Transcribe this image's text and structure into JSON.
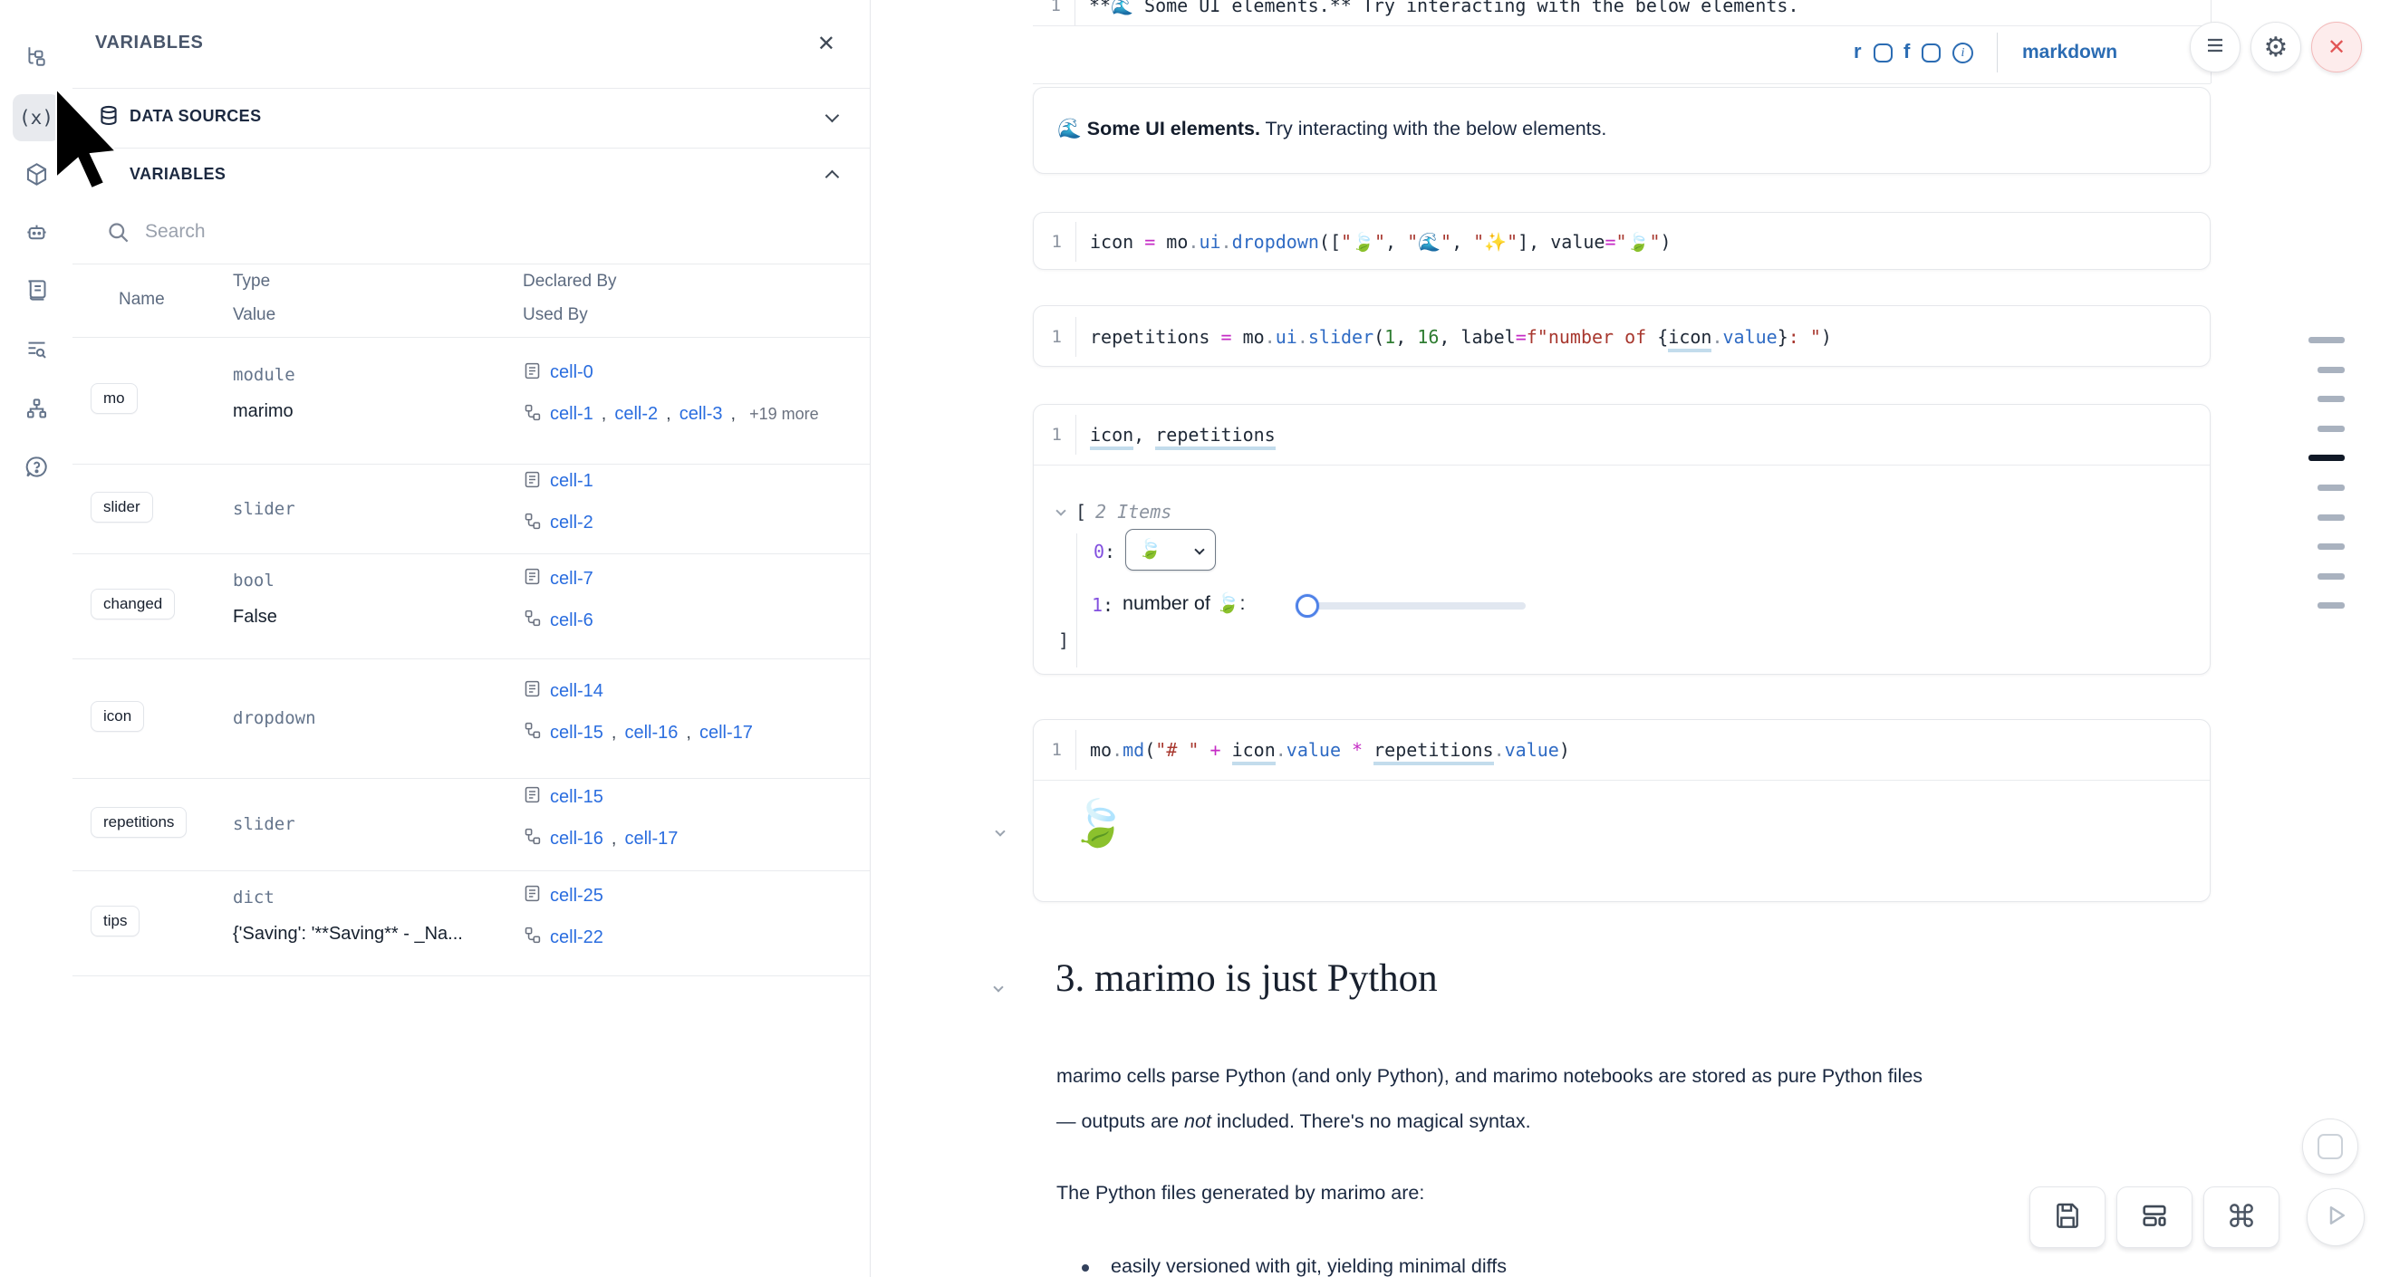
{
  "activity_bar": {
    "items": [
      {
        "name": "file-explorer-icon"
      },
      {
        "name": "variables-icon",
        "glyph": "(x)",
        "active": true
      },
      {
        "name": "packages-icon"
      },
      {
        "name": "ai-assistant-icon"
      },
      {
        "name": "logs-icon"
      },
      {
        "name": "outline-search-icon"
      },
      {
        "name": "dependencies-icon"
      },
      {
        "name": "help-icon"
      }
    ]
  },
  "panel": {
    "title": "VARIABLES",
    "close_glyph": "✕",
    "sections": [
      {
        "label": "DATA SOURCES",
        "icon": "database-icon",
        "state": "collapsed"
      },
      {
        "label": "VARIABLES",
        "icon": "variables-icon",
        "state": "expanded"
      }
    ],
    "search_placeholder": "Search",
    "table": {
      "header": {
        "name": "Name",
        "type": "Type",
        "value": "Value",
        "declared": "Declared By",
        "used": "Used By"
      },
      "rows": [
        {
          "name": "mo",
          "type": "module",
          "value": "marimo",
          "declared": [
            "cell-0"
          ],
          "used": [
            "cell-1",
            "cell-2",
            "cell-3"
          ],
          "used_suffix": "+19 more"
        },
        {
          "name": "slider",
          "type": "slider",
          "value": "",
          "declared": [
            "cell-1"
          ],
          "used": [
            "cell-2"
          ],
          "used_suffix": ""
        },
        {
          "name": "changed",
          "type": "bool",
          "value": "False",
          "declared": [
            "cell-7"
          ],
          "used": [
            "cell-6"
          ],
          "used_suffix": ""
        },
        {
          "name": "icon",
          "type": "dropdown",
          "value": "",
          "declared": [
            "cell-14"
          ],
          "used": [
            "cell-15",
            "cell-16",
            "cell-17"
          ],
          "used_suffix": ""
        },
        {
          "name": "repetitions",
          "type": "slider",
          "value": "",
          "declared": [
            "cell-15"
          ],
          "used": [
            "cell-16",
            "cell-17"
          ],
          "used_suffix": ""
        },
        {
          "name": "tips",
          "type": "dict",
          "value": "{'Saving': '**Saving** - _Na...",
          "declared": [
            "cell-25"
          ],
          "used": [
            "cell-22"
          ],
          "used_suffix": ""
        }
      ]
    }
  },
  "notebook": {
    "clipped_line": {
      "num": "1",
      "text": "**🌊 Some UI elements.** Try interacting with the below elements."
    },
    "toolbar": {
      "r_label": "r",
      "f_label": "f",
      "info_glyph": "i",
      "language": "markdown"
    },
    "md_output": {
      "emoji": "🌊",
      "bold": "Some UI elements.",
      "rest": " Try interacting with the below elements."
    },
    "cells": [
      {
        "num": "1",
        "tokens": [
          [
            "p",
            "icon"
          ],
          [
            "op",
            " = "
          ],
          [
            "p",
            "mo"
          ],
          [
            "dot",
            "."
          ],
          [
            "fn",
            "ui"
          ],
          [
            "dot",
            "."
          ],
          [
            "fn",
            "dropdown"
          ],
          [
            "p",
            "(["
          ],
          [
            "str",
            "\"🍃\""
          ],
          [
            "p",
            ", "
          ],
          [
            "str",
            "\"🌊\""
          ],
          [
            "p",
            ", "
          ],
          [
            "str",
            "\"✨\""
          ],
          [
            "p",
            "], "
          ],
          [
            "p",
            "value"
          ],
          [
            "op",
            "="
          ],
          [
            "str",
            "\"🍃\""
          ],
          [
            "p",
            ")"
          ]
        ]
      },
      {
        "num": "1",
        "tokens": [
          [
            "p",
            "repetitions"
          ],
          [
            "op",
            " = "
          ],
          [
            "p",
            "mo"
          ],
          [
            "dot",
            "."
          ],
          [
            "fn",
            "ui"
          ],
          [
            "dot",
            "."
          ],
          [
            "fn",
            "slider"
          ],
          [
            "p",
            "("
          ],
          [
            "num",
            "1"
          ],
          [
            "p",
            ", "
          ],
          [
            "num",
            "16"
          ],
          [
            "p",
            ", "
          ],
          [
            "p",
            "label"
          ],
          [
            "op",
            "="
          ],
          [
            "fstr",
            "f"
          ],
          [
            "str",
            "\"number of "
          ],
          [
            "p",
            "{"
          ],
          [
            "und",
            "icon"
          ],
          [
            "dot",
            "."
          ],
          [
            "fn",
            "value"
          ],
          [
            "p",
            "}"
          ],
          [
            "str",
            ": \""
          ],
          [
            "p",
            ")"
          ]
        ]
      },
      {
        "num": "1",
        "tokens": [
          [
            "und",
            "icon"
          ],
          [
            "p",
            ", "
          ],
          [
            "und",
            "repetitions"
          ]
        ]
      },
      {
        "num": "1",
        "tokens": [
          [
            "p",
            "mo"
          ],
          [
            "dot",
            "."
          ],
          [
            "fn",
            "md"
          ],
          [
            "p",
            "("
          ],
          [
            "str",
            "\"# \""
          ],
          [
            "op",
            " + "
          ],
          [
            "und",
            "icon"
          ],
          [
            "dot",
            "."
          ],
          [
            "fn",
            "value"
          ],
          [
            "op",
            " * "
          ],
          [
            "und",
            "repetitions"
          ],
          [
            "dot",
            "."
          ],
          [
            "fn",
            "value"
          ],
          [
            "p",
            ")"
          ]
        ]
      }
    ],
    "tree_output": {
      "open_bracket": "[",
      "items_label": "2 Items",
      "idx0": "0",
      "idx1": "1",
      "colon": ":",
      "select_value": "🍃",
      "slider_label": "number of 🍃: ",
      "close_bracket": "]"
    },
    "big_output": "🍃",
    "section": {
      "heading": "3. marimo is just Python",
      "para1_line1": "marimo cells parse Python (and only Python), and marimo notebooks are stored as pure Python files",
      "para1_line2_pre": "— outputs are ",
      "para1_line2_italic": "not",
      "para1_line2_post": " included. There's no magical syntax.",
      "para2": "The Python files generated by marimo are:",
      "bullet1": "easily versioned with git, yielding minimal diffs"
    }
  },
  "controls": {
    "menu_button": "menu-icon",
    "settings_glyph": "⚙",
    "close_glyph": "✕",
    "command_glyph": "⌘",
    "minimap_dashes": [
      {
        "long": true,
        "dark": false
      },
      {
        "long": false,
        "dark": false
      },
      {
        "long": false,
        "dark": false
      },
      {
        "long": false,
        "dark": false
      },
      {
        "long": true,
        "dark": true
      },
      {
        "long": false,
        "dark": false
      },
      {
        "long": false,
        "dark": false
      },
      {
        "long": false,
        "dark": false
      },
      {
        "long": false,
        "dark": false
      },
      {
        "long": false,
        "dark": false
      }
    ]
  },
  "colors": {
    "accent_blue": "#2b6cb3",
    "link_blue": "#2a6ddf",
    "danger_red": "#e25555",
    "border": "#e5e7eb",
    "text_dark": "#1b2941"
  }
}
